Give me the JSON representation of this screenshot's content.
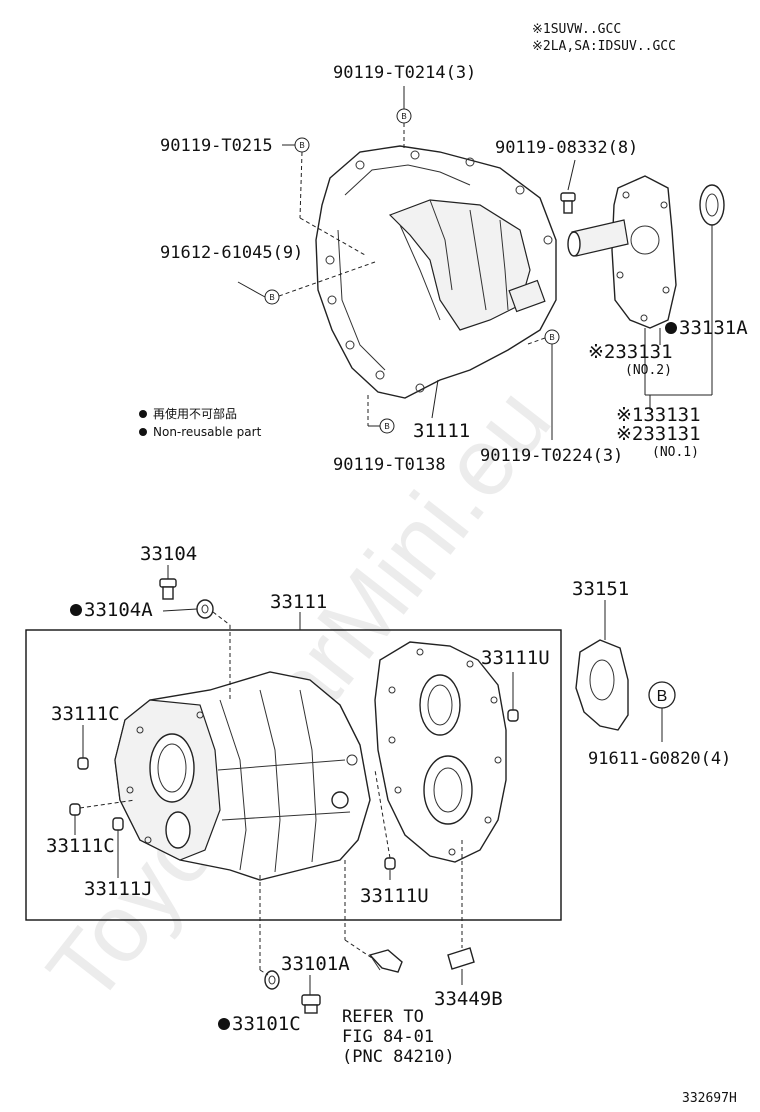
{
  "notes": {
    "note1": "※1SUVW..GCC",
    "note2": "※2LA,SA:IDSUV..GCC"
  },
  "legend": {
    "nonreusable_jp": "再使用不可部品",
    "nonreusable_en": "Non-reusable part"
  },
  "badge_letter": "B",
  "upper": {
    "p_t0214": "90119-T0214(3)",
    "p_t0215": "90119-T0215",
    "p_61045": "91612-61045(9)",
    "p_08332": "90119-08332(8)",
    "p_33131a": "33131A",
    "p_33131_no2_code": "※233131",
    "p_33131_no2_sub": "(NO.2)",
    "p_33131_no1_code1": "※133131",
    "p_33131_no1_code2": "※233131",
    "p_33131_no1_sub": "(NO.1)",
    "p_31111": "31111",
    "p_t0224": "90119-T0224(3)",
    "p_t0138": "90119-T0138"
  },
  "lower": {
    "p_33104": "33104",
    "p_33104a": "33104A",
    "p_33111": "33111",
    "p_33111u_top": "33111U",
    "p_33111c_1": "33111C",
    "p_33111c_2": "33111C",
    "p_33111j": "33111J",
    "p_33111u_bot": "33111U",
    "p_33151": "33151",
    "p_g0820": "91611-G0820(4)",
    "p_33101a": "33101A",
    "p_33101c": "33101C",
    "p_33449b": "33449B",
    "refer_1": "REFER TO",
    "refer_2": "FIG 84-01",
    "refer_3": "(PNC 84210)"
  },
  "watermark": "ToyotaCarMini.eu",
  "figure_id": "332697H"
}
